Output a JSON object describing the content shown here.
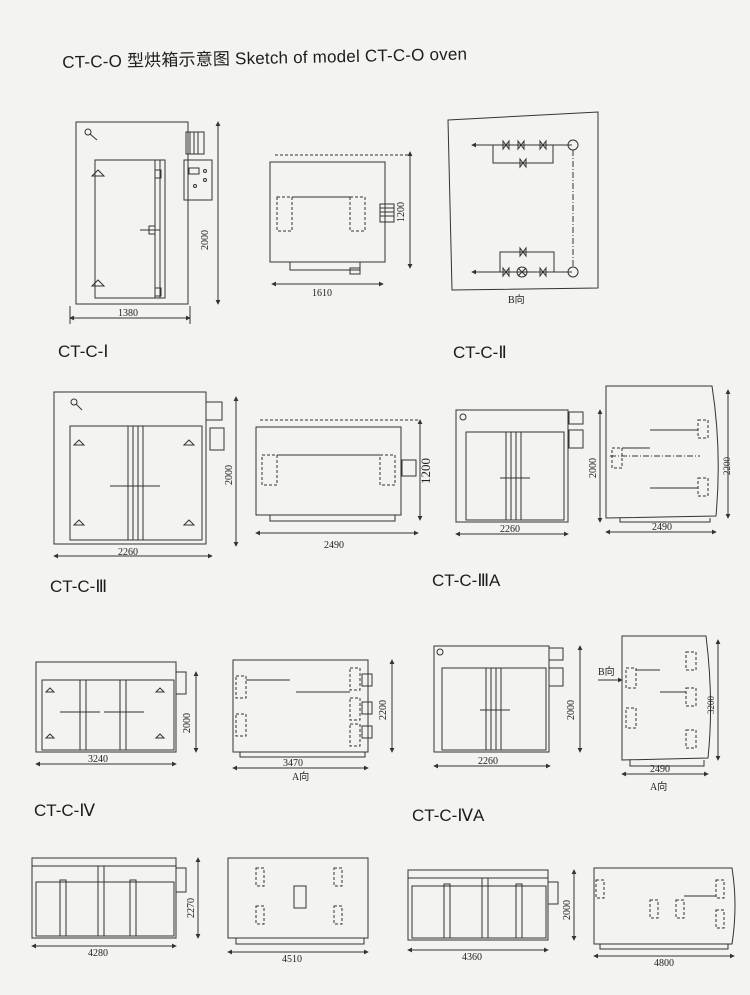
{
  "title": "CT-C-O 型烘箱示意图 Sketch of model CT-C-O oven",
  "models": {
    "m1": "CT-C-Ⅰ",
    "m2": "CT-C-Ⅱ",
    "m3": "CT-C-Ⅲ",
    "m3a": "CT-C-ⅢA",
    "m4": "CT-C-Ⅳ",
    "m4a": "CT-C-ⅣA"
  },
  "dims": {
    "r1_w": "1380",
    "r1_h": "2000",
    "r1_sw": "1610",
    "r1_sh": "1200",
    "pipe_label": "B向",
    "r2_w": "2260",
    "r2_h": "2000",
    "r2_sw": "2490",
    "r2_sh": "1200",
    "r2a_w": "2260",
    "r2a_h": "2000",
    "r2a_sw": "2490",
    "r2a_sh": "2200",
    "r3_w": "3240",
    "r3_h": "2000",
    "r3_sw": "3470",
    "r3_sh": "2200",
    "r3_view": "A向",
    "r3a_w": "2260",
    "r3a_h": "2000",
    "r3a_sw": "2490",
    "r3a_sh": "3200",
    "r3a_bview": "B向",
    "r3a_view": "A向",
    "r4_w": "4280",
    "r4_h": "2270",
    "r4_sw": "4510",
    "r4a_w": "4360",
    "r4a_h": "2000",
    "r4a_sw": "4800"
  }
}
